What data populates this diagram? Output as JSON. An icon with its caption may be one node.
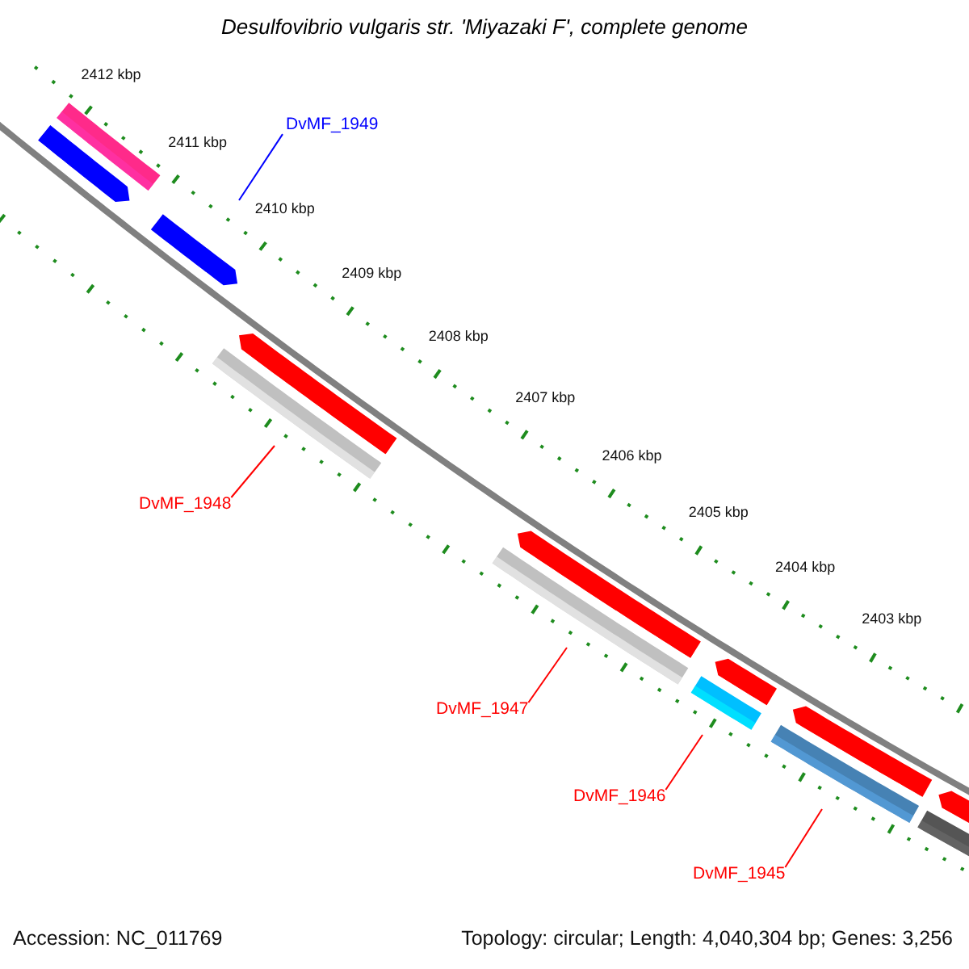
{
  "diagram": {
    "title": "Desulfovibrio vulgaris str. 'Miyazaki F', complete genome",
    "nodes": [
      {
        "text": [
          "DvMF_1949"
        ]
      },
      {
        "text": [
          "DvMF_1948"
        ]
      },
      {
        "text": [
          "DvMF_1947"
        ]
      },
      {
        "text": [
          "DvMF_1946"
        ]
      },
      {
        "text": [
          "DvMF_1945"
        ]
      }
    ],
    "edges": [
      {
        "from": 0,
        "to": null,
        "arrow": "none",
        "color": "#0000ff"
      },
      {
        "from": 1,
        "to": null,
        "arrow": "none"
      },
      {
        "from": 2,
        "to": null,
        "arrow": "none"
      },
      {
        "from": 3,
        "to": null,
        "arrow": "none"
      },
      {
        "from": 4,
        "to": null,
        "arrow": "none"
      }
    ],
    "labels": [
      "2412 kbp",
      "2411 kbp",
      "2410 kbp",
      "2409 kbp",
      "2408 kbp",
      "2407 kbp",
      "2406 kbp",
      "2405 kbp",
      "2404 kbp",
      "2403 kbp",
      "Accession: NC_011769",
      "Topology: circular; Length: 4,040,304 bp; Genes: 3,256"
    ]
  }
}
